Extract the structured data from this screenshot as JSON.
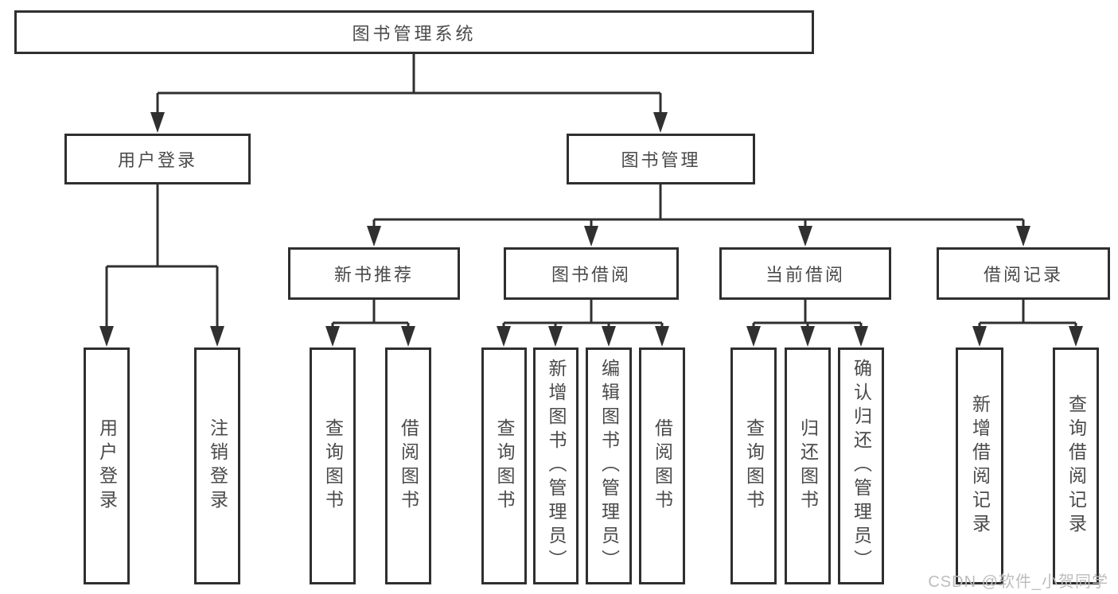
{
  "diagram": {
    "root": {
      "label": "图书管理系统"
    },
    "level2": [
      {
        "label": "用户登录"
      },
      {
        "label": "图书管理"
      }
    ],
    "level3": [
      {
        "label": "新书推荐",
        "parent": "图书管理"
      },
      {
        "label": "图书借阅",
        "parent": "图书管理"
      },
      {
        "label": "当前借阅",
        "parent": "图书管理"
      },
      {
        "label": "借阅记录",
        "parent": "图书管理"
      }
    ],
    "leaves": [
      {
        "label": "用户登录",
        "parent": "用户登录"
      },
      {
        "label": "注销登录",
        "parent": "用户登录"
      },
      {
        "label": "查询图书",
        "parent": "新书推荐"
      },
      {
        "label": "借阅图书",
        "parent": "新书推荐"
      },
      {
        "label": "查询图书",
        "parent": "图书借阅"
      },
      {
        "label": "新增图书（管理员）",
        "parent": "图书借阅"
      },
      {
        "label": "编辑图书（管理员）",
        "parent": "图书借阅"
      },
      {
        "label": "借阅图书",
        "parent": "图书借阅"
      },
      {
        "label": "查询图书",
        "parent": "当前借阅"
      },
      {
        "label": "归还图书",
        "parent": "当前借阅"
      },
      {
        "label": "确认归还（管理员）",
        "parent": "当前借阅"
      },
      {
        "label": "新增借阅记录",
        "parent": "借阅记录"
      },
      {
        "label": "查询借阅记录",
        "parent": "借阅记录"
      }
    ],
    "watermark": "CSDN @软件_小贺同学",
    "colors": {
      "line": "#303030",
      "border": "#2f2f2f",
      "text": "#4a4a4a",
      "watermark": "#bdbdbd",
      "background": "#ffffff"
    }
  }
}
